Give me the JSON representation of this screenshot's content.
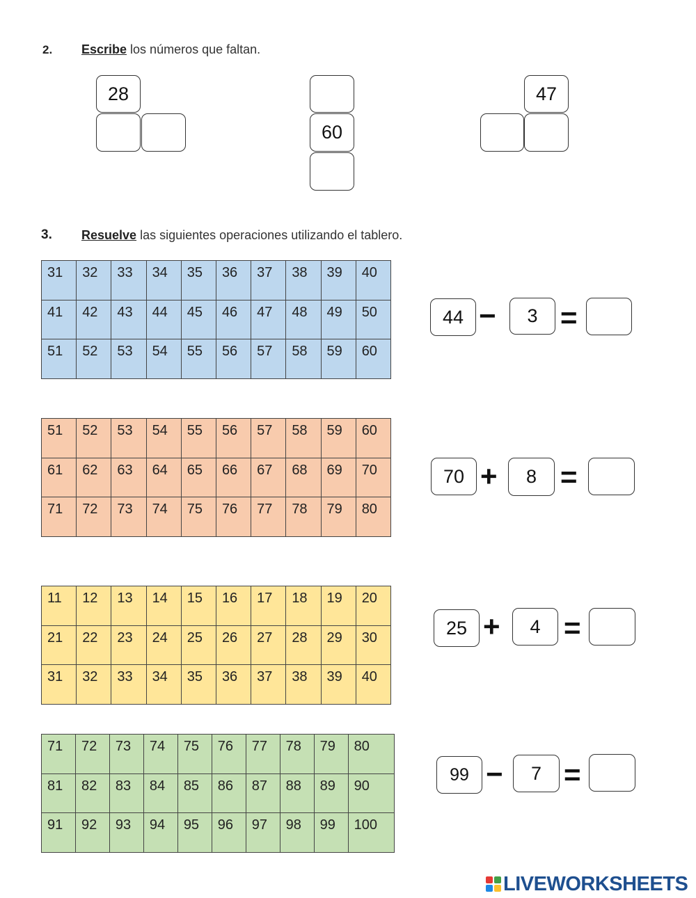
{
  "exercise2": {
    "number": "2.",
    "verb": "Escribe",
    "rest": " los números que faltan.",
    "groups": [
      {
        "given": "28"
      },
      {
        "given": "60"
      },
      {
        "given": "47"
      }
    ]
  },
  "exercise3": {
    "number": "3.",
    "verb": "Resuelve",
    "rest": " las siguientes operaciones utilizando el tablero.",
    "boards": [
      {
        "color": "#bdd7ee",
        "rows": [
          [
            "31",
            "32",
            "33",
            "34",
            "35",
            "36",
            "37",
            "38",
            "39",
            "40"
          ],
          [
            "41",
            "42",
            "43",
            "44",
            "45",
            "46",
            "47",
            "48",
            "49",
            "50"
          ],
          [
            "51",
            "52",
            "53",
            "54",
            "55",
            "56",
            "57",
            "58",
            "59",
            "60"
          ]
        ]
      },
      {
        "color": "#f8cbad",
        "rows": [
          [
            "51",
            "52",
            "53",
            "54",
            "55",
            "56",
            "57",
            "58",
            "59",
            "60"
          ],
          [
            "61",
            "62",
            "63",
            "64",
            "65",
            "66",
            "67",
            "68",
            "69",
            "70"
          ],
          [
            "71",
            "72",
            "73",
            "74",
            "75",
            "76",
            "77",
            "78",
            "79",
            "80"
          ]
        ]
      },
      {
        "color": "#ffe699",
        "rows": [
          [
            "11",
            "12",
            "13",
            "14",
            "15",
            "16",
            "17",
            "18",
            "19",
            "20"
          ],
          [
            "21",
            "22",
            "23",
            "24",
            "25",
            "26",
            "27",
            "28",
            "29",
            "30"
          ],
          [
            "31",
            "32",
            "33",
            "34",
            "35",
            "36",
            "37",
            "38",
            "39",
            "40"
          ]
        ]
      },
      {
        "color": "#c5e0b4",
        "rows": [
          [
            "71",
            "72",
            "73",
            "74",
            "75",
            "76",
            "77",
            "78",
            "79",
            "80"
          ],
          [
            "81",
            "82",
            "83",
            "84",
            "85",
            "86",
            "87",
            "88",
            "89",
            "90"
          ],
          [
            "91",
            "92",
            "93",
            "94",
            "95",
            "96",
            "97",
            "98",
            "99",
            "100"
          ]
        ]
      }
    ],
    "operations": [
      {
        "a": "44",
        "op": "−",
        "b": "3",
        "eq": "="
      },
      {
        "a": "70",
        "op": "+",
        "b": "8",
        "eq": "="
      },
      {
        "a": "25",
        "op": "+",
        "b": "4",
        "eq": "="
      },
      {
        "a": "99",
        "op": "−",
        "b": "7",
        "eq": "="
      }
    ]
  },
  "footer": {
    "logo_text": "LIVEWORKSHEETS",
    "logo_colors": [
      "#e53935",
      "#43a047",
      "#1e88e5",
      "#fbc02d"
    ]
  }
}
